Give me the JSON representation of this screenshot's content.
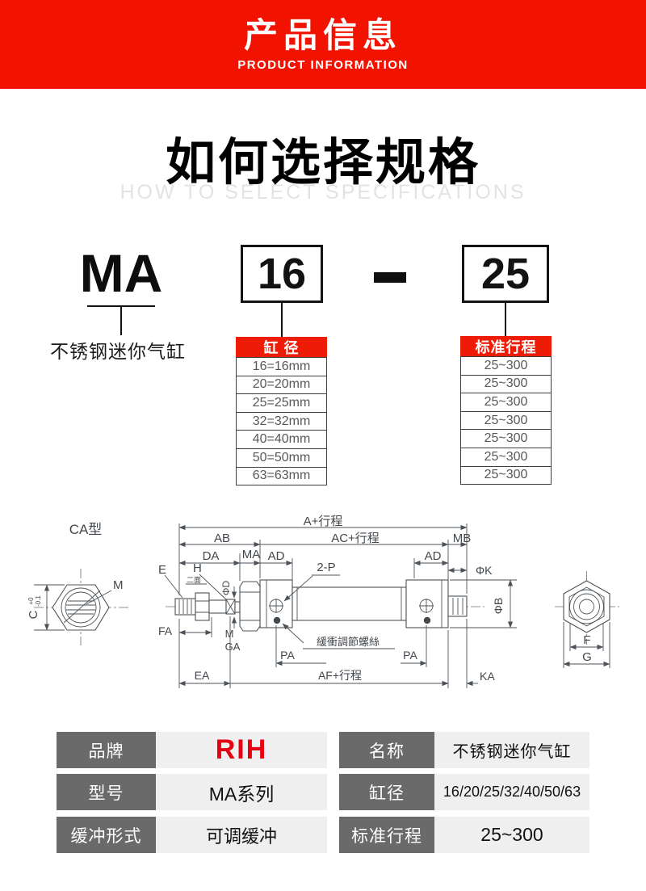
{
  "banner": {
    "title_cn": "产品信息",
    "title_en": "PRODUCT INFORMATION"
  },
  "section": {
    "title_cn": "如何选择规格",
    "title_en": "HOW TO SELECT SPECIFICATIONS"
  },
  "model_code": {
    "prefix": "MA",
    "prefix_note": "不锈钢迷你气缸",
    "bore": "16",
    "separator": "-",
    "stroke": "25"
  },
  "bore_table": {
    "header": "缸 径",
    "rows": [
      "16=16mm",
      "20=20mm",
      "25=25mm",
      "32=32mm",
      "40=40mm",
      "50=50mm",
      "63=63mm"
    ]
  },
  "stroke_table": {
    "header": "标准行程",
    "rows": [
      "25~300",
      "25~300",
      "25~300",
      "25~300",
      "25~300",
      "25~300",
      "25~300"
    ]
  },
  "drawing": {
    "variant": "CA型",
    "dims": {
      "a": "A+行程",
      "ab": "AB",
      "ac": "AC+行程",
      "mb": "MB",
      "da": "DA",
      "ma": "MA",
      "ad_left": "AD",
      "ad_right": "AD",
      "phi_k": "ΦK",
      "phi_b": "ΦB",
      "phi_d": "ΦD",
      "e": "E",
      "h": "H",
      "flats": "二面",
      "ports": "2-P",
      "m_rod": "M",
      "ga": "GA",
      "fa": "FA",
      "pa_left": "PA",
      "pa_right": "PA",
      "cushion_note": "緩衝調節螺絲",
      "ea": "EA",
      "af": "AF+行程",
      "ka": "KA",
      "m_hex": "M",
      "c": "C",
      "c_tol_plus": "+0",
      "c_tol_minus": "-0.1",
      "f": "F",
      "g": "G"
    }
  },
  "spec_table": {
    "rows": [
      {
        "label1": "品牌",
        "value1": "RIH",
        "label2": "名称",
        "value2": "不锈钢迷你气缸"
      },
      {
        "label1": "型号",
        "value1": "MA系列",
        "label2": "缸径",
        "value2": "16/20/25/32/40/50/63"
      },
      {
        "label1": "缓冲形式",
        "value1": "可调缓冲",
        "label2": "标准行程",
        "value2": "25~300"
      }
    ]
  },
  "colors": {
    "banner_red": "#f21200",
    "header_red": "#ee1c07",
    "brand_red": "#e60012",
    "label_gray": "#6a6a6a",
    "value_bg": "#f0efef"
  }
}
